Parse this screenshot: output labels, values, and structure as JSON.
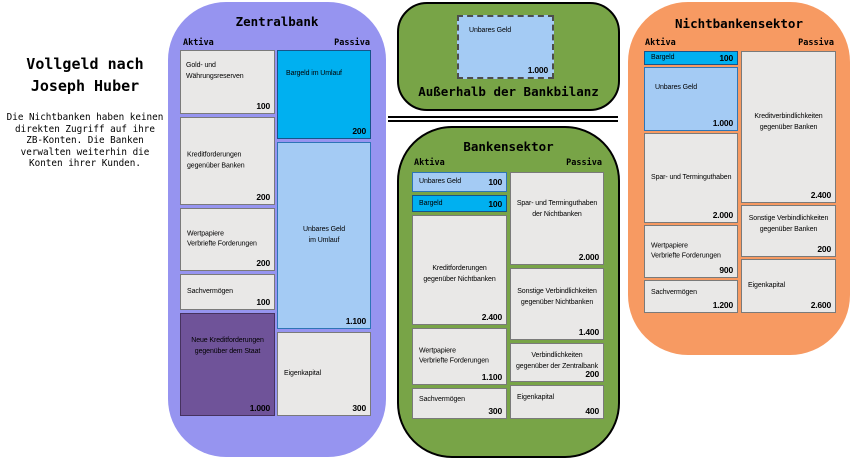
{
  "left_panel": {
    "title": "Vollgeld nach\nJoseph Huber",
    "description": "Die Nichtbanken haben keinen\ndirekten Zugriff auf ihre\nZB-Konten. Die Banken\nverwalten weiterhin die\nKonten ihrer Kunden."
  },
  "zentralbank": {
    "title": "Zentralbank",
    "aktiva_header": "Aktiva",
    "passiva_header": "Passiva",
    "aktiva": [
      {
        "label": "Gold- und Währungsreserven",
        "value": "100"
      },
      {
        "label": "Kreditforderungen\ngegenüber Banken",
        "value": "200"
      },
      {
        "label": "Wertpapiere\nVerbriefte Forderungen",
        "value": "200"
      },
      {
        "label": "Sachvermögen",
        "value": "100"
      },
      {
        "label": "Neue Kreditforderungen\ngegenüber dem Staat",
        "value": "1.000"
      }
    ],
    "passiva": [
      {
        "label": "Bargeld im Umlauf",
        "value": "200"
      },
      {
        "label": "Unbares Geld\nim Umlauf",
        "value": "1.100"
      },
      {
        "label": "Eigenkapital",
        "value": "300"
      }
    ]
  },
  "ausserhalb": {
    "title": "Außerhalb der Bankbilanz",
    "box": {
      "label": "Unbares Geld",
      "value": "1.000"
    }
  },
  "bankensektor": {
    "title": "Bankensektor",
    "aktiva_header": "Aktiva",
    "passiva_header": "Passiva",
    "aktiva": [
      {
        "label": "Unbares Geld",
        "value": "100"
      },
      {
        "label": "Bargeld",
        "value": "100"
      },
      {
        "label": "Kreditforderungen\ngegenüber Nichtbanken",
        "value": "2.400"
      },
      {
        "label": "Wertpapiere\nVerbriefte Forderungen",
        "value": "1.100"
      },
      {
        "label": "Sachvermögen",
        "value": "300"
      }
    ],
    "passiva": [
      {
        "label": "Spar- und Terminguthaben\nder Nichtbanken",
        "value": "2.000"
      },
      {
        "label": "Sonstige Verbindlichkeiten\ngegenüber Nichtbanken",
        "value": "1.400"
      },
      {
        "label": "Verbindlichkeiten\ngegenüber der Zentralbank",
        "value": "200"
      },
      {
        "label": "Eigenkapital",
        "value": "400"
      }
    ]
  },
  "nichtbankensektor": {
    "title": "Nichtbankensektor",
    "aktiva_header": "Aktiva",
    "passiva_header": "Passiva",
    "aktiva": [
      {
        "label": "Bargeld",
        "value": "100"
      },
      {
        "label": "Unbares Geld",
        "value": "1.000"
      },
      {
        "label": "Spar- und Terminguthaben",
        "value": "2.000"
      },
      {
        "label": "Wertpapiere\nVerbriefte Forderungen",
        "value": "900"
      },
      {
        "label": "Sachvermögen",
        "value": "1.200"
      }
    ],
    "passiva": [
      {
        "label": "Kreditverbindlichkeiten\ngegenüber Banken",
        "value": "2.400"
      },
      {
        "label": "Sonstige Verbindlichkeiten\ngegenüber Banken",
        "value": "200"
      },
      {
        "label": "Eigenkapital",
        "value": "2.600"
      }
    ]
  },
  "colors": {
    "zentralbank_panel": "#9694F0",
    "bank_panels_green": "#78A447",
    "nichtbanken_panel": "#F79A62",
    "bargeld_cyan": "#00B0F0",
    "unbares_geld_lightblue": "#A4CBF4",
    "staatskredit_purple": "#6F5399",
    "box_gray": "#E9E8E7"
  }
}
